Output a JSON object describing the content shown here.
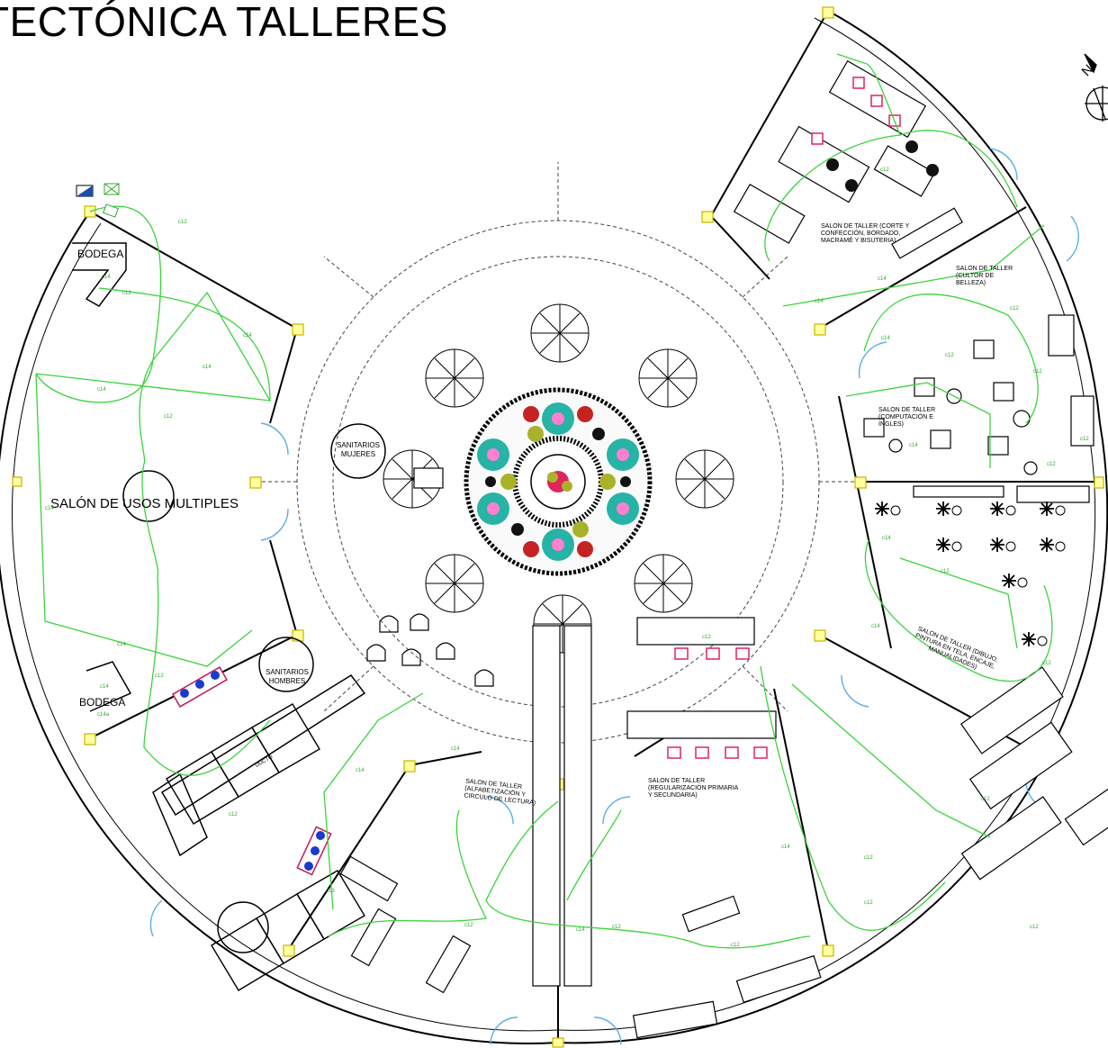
{
  "title": "TECTÓNICA TALLERES",
  "compass": {
    "letter": "N"
  },
  "rooms": {
    "bodega_top": "BODEGA",
    "bodega_bottom": "BODEGA",
    "usos_multiples": "SALÓN DE USOS MULTIPLES",
    "sanitarios_hombres": "SANITARIOS HOMBRES",
    "sanitarios_mujeres": "SANITARIOS MUJERES",
    "ducto": "DUCTO",
    "taller_corte": "SALON DE TALLER (CORTE Y CONFECCIÓN, BORDADO, MACRAMÉ Y BISUTERIA)",
    "taller_cultor": "SALON DE TALLER (CULTOR DE BELLEZA)",
    "taller_dibujo": "SALON DE TALLER (DIBUJO, PINTURA EN TELA, ENCAJE, MANUALIDADES)",
    "taller_computacion": "SALON DE TALLER (COMPUTACIÓN E INGLES)",
    "taller_regularizacion": "SALON DE TALLER (REGULARIZACIÓN PRIMARIA Y SECUNDARIA)",
    "taller_alfabetizacion": "SALON DE TALLER (ALFABETIZACIÓN Y CIRCULO DE LECTURA)"
  },
  "circuits": [
    "c12",
    "c14",
    "c13",
    "c14a"
  ],
  "colors": {
    "walls": "#000000",
    "wiring": "#3bd33b",
    "doors": "#5aaee8",
    "columns": "#ffff9e",
    "chairs_red": "#e0245e",
    "planters_teal": "#27b3a5",
    "planters_pink": "#ff7fd0",
    "planters_olive": "#a8b22a"
  }
}
